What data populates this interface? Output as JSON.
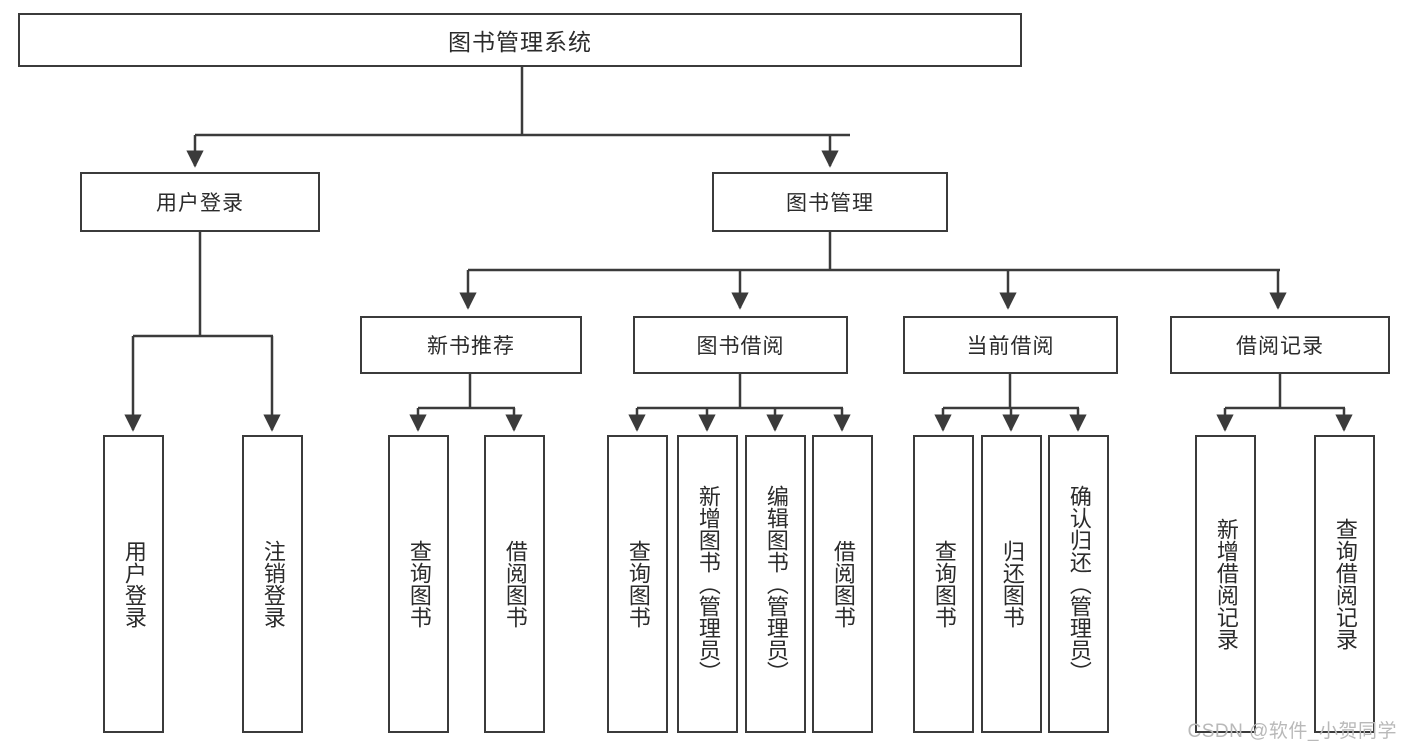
{
  "diagram": {
    "title": "图书管理系统",
    "type": "hierarchy-tree",
    "colors": {
      "box_border": "#3b3b3b",
      "box_fill": "#ffffff",
      "edge": "#3b3b3b",
      "text": "#2b2b2b",
      "watermark": "#b9b9b9"
    },
    "levels": {
      "root": {
        "label": "图书管理系统"
      },
      "level2": [
        {
          "id": "user-login",
          "label": "用户登录"
        },
        {
          "id": "book-management",
          "label": "图书管理"
        }
      ],
      "level3": [
        {
          "id": "new-book-recommend",
          "label": "新书推荐"
        },
        {
          "id": "book-borrow",
          "label": "图书借阅"
        },
        {
          "id": "current-borrow",
          "label": "当前借阅"
        },
        {
          "id": "borrow-record",
          "label": "借阅记录"
        }
      ],
      "leaves": {
        "user_login": [
          {
            "id": "leaf-user-login",
            "label": "用户登录"
          },
          {
            "id": "leaf-logout-login",
            "label": "注销登录"
          }
        ],
        "new_book_recommend": [
          {
            "id": "leaf-query-book-1",
            "label": "查询图书"
          },
          {
            "id": "leaf-borrow-book-1",
            "label": "借阅图书"
          }
        ],
        "book_borrow": [
          {
            "id": "leaf-query-book-2",
            "label": "查询图书"
          },
          {
            "id": "leaf-add-book",
            "label": "新增图书（管理员）"
          },
          {
            "id": "leaf-edit-book",
            "label": "编辑图书（管理员）"
          },
          {
            "id": "leaf-borrow-book-2",
            "label": "借阅图书"
          }
        ],
        "current_borrow": [
          {
            "id": "leaf-query-book-3",
            "label": "查询图书"
          },
          {
            "id": "leaf-return-book",
            "label": "归还图书"
          },
          {
            "id": "leaf-confirm-return",
            "label": "确认归还（管理员）"
          }
        ],
        "borrow_record": [
          {
            "id": "leaf-add-record",
            "label": "新增借阅记录"
          },
          {
            "id": "leaf-query-record",
            "label": "查询借阅记录"
          }
        ]
      }
    },
    "watermark": "CSDN @软件_小贺同学"
  }
}
